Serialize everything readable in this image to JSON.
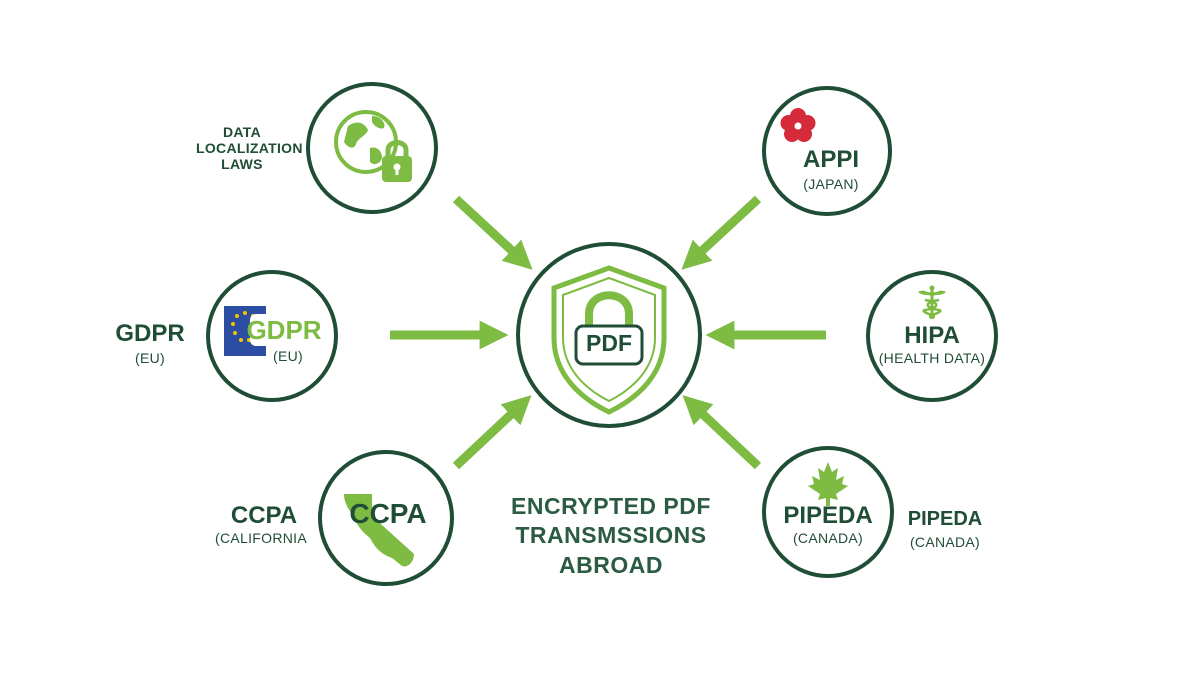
{
  "center": {
    "badge": "PDF"
  },
  "caption": {
    "line1": "ENCRYPTED PDF",
    "line2": "TRANSMSSIONS",
    "line3": "ABROAD"
  },
  "data_localization": {
    "line1": "DATA",
    "line2": "LOCALIZATION",
    "line3": "LAWS"
  },
  "appi": {
    "name": "APPI",
    "region": "(JAPAN)"
  },
  "gdpr": {
    "name": "GDPR",
    "region": "(EU)",
    "logo_text": "GDPR",
    "logo_sub": "(EU)"
  },
  "hipa": {
    "name": "HIPA",
    "region": "(HEALTH DATA)"
  },
  "ccpa": {
    "name": "CCPA",
    "region": "(CALIFORNIA",
    "logo_text": "CCPA"
  },
  "pipeda": {
    "name": "PIPEDA",
    "region": "(CANADA)",
    "side_name": "PIPEDA",
    "side_region": "(CANADA)"
  },
  "colors": {
    "dark_green": "#1f4d36",
    "light_green": "#7dbb42",
    "eu_blue": "#2b4ea2",
    "sakura_red": "#d42a3a"
  },
  "icons": [
    "globe-lock-icon",
    "sakura-icon",
    "eu-flag-icon",
    "caduceus-icon",
    "california-icon",
    "maple-leaf-icon",
    "shield-lock-icon"
  ]
}
